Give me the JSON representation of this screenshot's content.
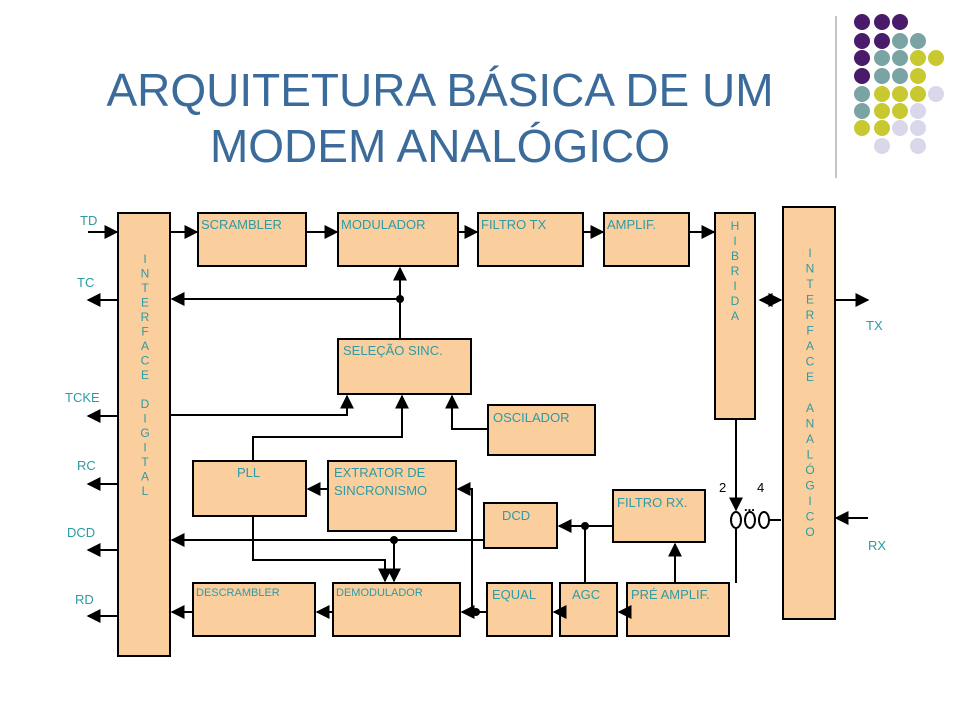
{
  "title": {
    "line1": "ARQUITETURA BÁSICA DE UM",
    "line2": "MODEM ANALÓGICO"
  },
  "colors": {
    "title": "#3a6b9a",
    "block_fill": "#fbcf9d",
    "label": "#2e9aa6",
    "dot_purple": "#4a1a6b",
    "dot_teal": "#7aa3a3",
    "dot_yellow": "#c8c830",
    "dot_lavender": "#d8d8ea"
  },
  "signals": {
    "left": [
      "TD",
      "TC",
      "TCKE",
      "RC",
      "DCD",
      "RD"
    ],
    "right": [
      "TX",
      "RX"
    ]
  },
  "blocks": {
    "interface_digital": "INTERFACE DIGITAL",
    "interface_analogico": "INTERFACE ANALÓGICO",
    "hibrida": "HIBRIDA",
    "scrambler": "SCRAMBLER",
    "modulador": "MODULADOR",
    "filtro_tx": "FILTRO TX",
    "amplif": "AMPLIF.",
    "selecao_sinc": "SELEÇÃO SINC.",
    "oscilador": "OSCILADOR",
    "pll": "PLL",
    "extrator_l1": "EXTRATOR DE",
    "extrator_l2": "SINCRONISMO",
    "dcd": "DCD",
    "filtro_rx": "FILTRO RX.",
    "descrambler": "DESCRAMBLER",
    "demodulador": "DEMODULADOR",
    "equal": "EQUAL",
    "agc": "AGC",
    "pre_amplif": "PRÉ AMPLIF."
  },
  "transformer": {
    "label_left": "2",
    "label_right": "4",
    "dots": "..."
  }
}
